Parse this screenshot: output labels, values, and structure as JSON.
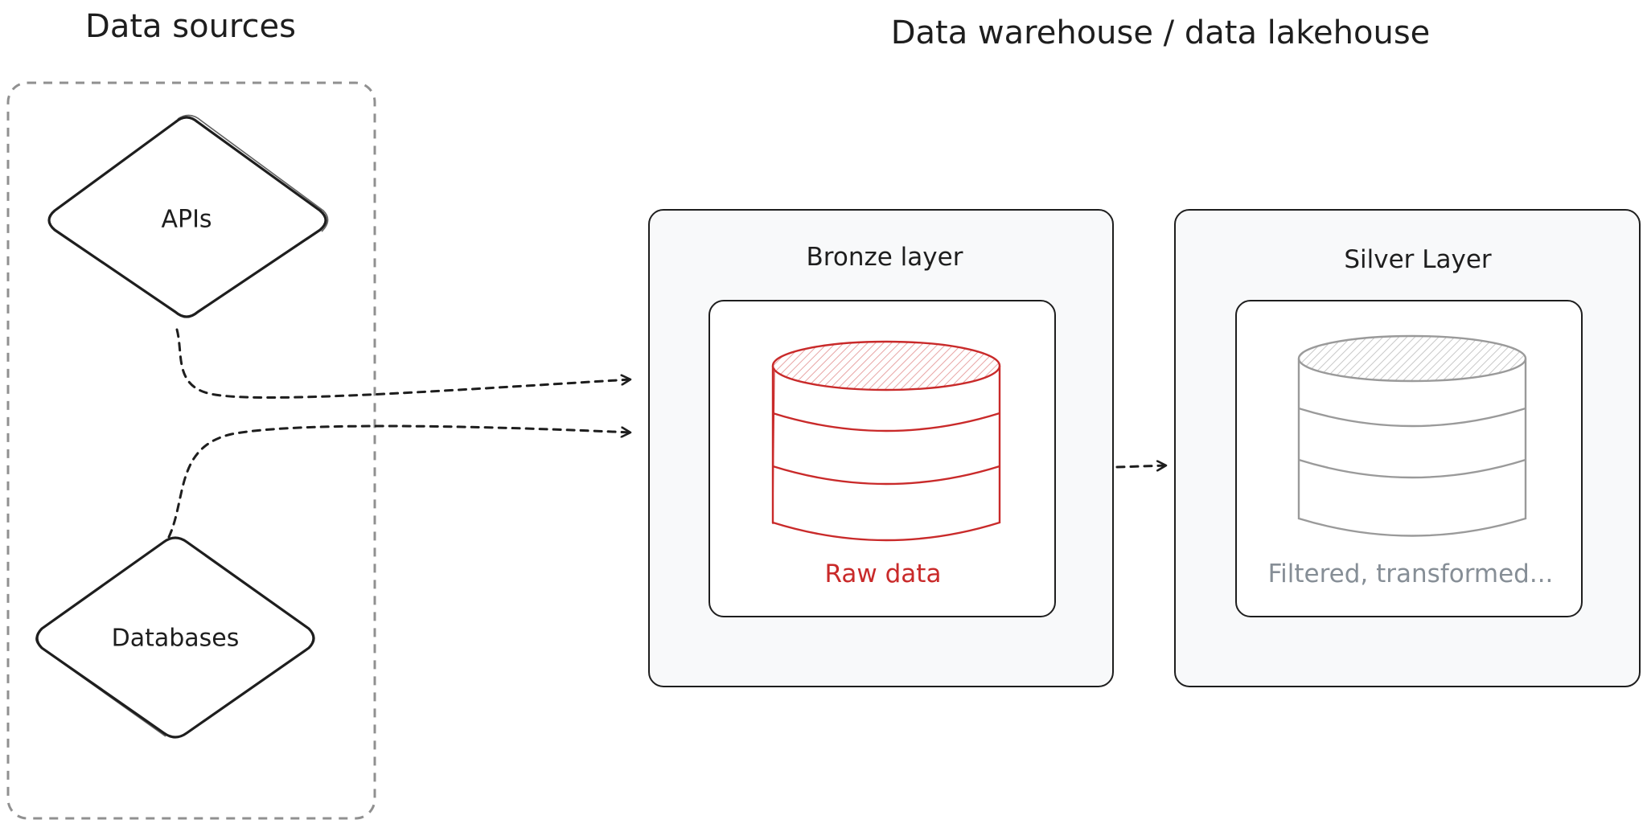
{
  "diagram": {
    "headings": {
      "sources": "Data sources",
      "warehouse": "Data warehouse / data lakehouse"
    },
    "sources": {
      "apis": "APIs",
      "databases": "Databases"
    },
    "layers": [
      {
        "title": "Bronze layer",
        "caption": "Raw data",
        "color": "#c92a2a"
      },
      {
        "title": "Silver Layer",
        "caption": "Filtered, transformed...",
        "color": "#868e96"
      }
    ]
  },
  "colors": {
    "stroke": "#1e1e1e",
    "panel_background": "#f8f9fa",
    "group_border": "#909090",
    "raw_data": "#c92a2a",
    "silver": "#868e96"
  }
}
